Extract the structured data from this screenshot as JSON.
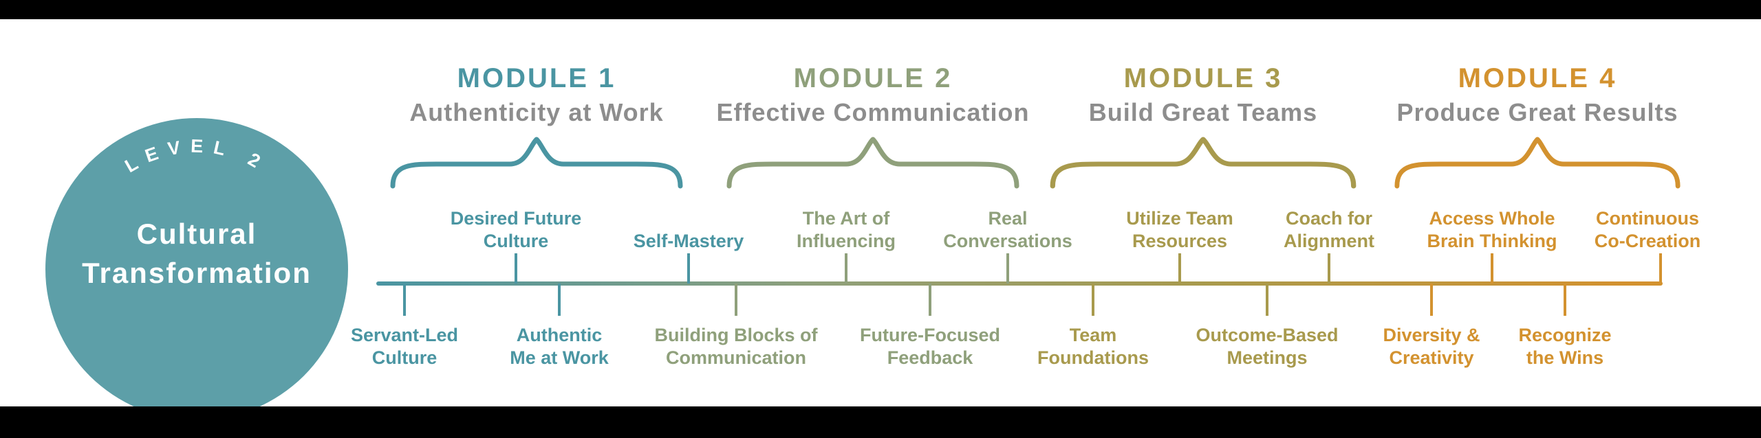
{
  "badge": {
    "arc_label": "LEVEL 2",
    "title_line1": "Cultural",
    "title_line2": "Transformation"
  },
  "modules": [
    {
      "label": "MODULE 1",
      "subtitle": "Authenticity at Work"
    },
    {
      "label": "MODULE 2",
      "subtitle": "Effective Communication"
    },
    {
      "label": "MODULE 3",
      "subtitle": "Build Great Teams"
    },
    {
      "label": "MODULE 4",
      "subtitle": "Produce Great Results"
    }
  ],
  "timeline": {
    "above": [
      {
        "label": "Desired Future\nCulture",
        "module": 1
      },
      {
        "label": "Self-Mastery",
        "module": 1
      },
      {
        "label": "The Art of\nInfluencing",
        "module": 2
      },
      {
        "label": "Real\nConversations",
        "module": 2
      },
      {
        "label": "Utilize Team\nResources",
        "module": 3
      },
      {
        "label": "Coach for\nAlignment",
        "module": 3
      },
      {
        "label": "Access Whole\nBrain Thinking",
        "module": 4
      },
      {
        "label": "Continuous\nCo-Creation",
        "module": 4
      }
    ],
    "below": [
      {
        "label": "Servant-Led\nCulture",
        "module": 1
      },
      {
        "label": "Authentic\nMe at Work",
        "module": 1
      },
      {
        "label": "Building Blocks of\nCommunication",
        "module": 2
      },
      {
        "label": "Future-Focused\nFeedback",
        "module": 2
      },
      {
        "label": "Team\nFoundations",
        "module": 3
      },
      {
        "label": "Outcome-Based\nMeetings",
        "module": 3
      },
      {
        "label": "Diversity &\nCreativity",
        "module": 4
      },
      {
        "label": "Recognize\nthe Wins",
        "module": 4
      }
    ]
  },
  "palette": {
    "m1": "#4a95a2",
    "m2": "#8fa07b",
    "m3": "#a89a4d",
    "m4": "#d3922f",
    "circle": "#5d9fa8",
    "subtitle_gray": "#8d8d8d",
    "background": "#ffffff",
    "bar": "#000000"
  }
}
